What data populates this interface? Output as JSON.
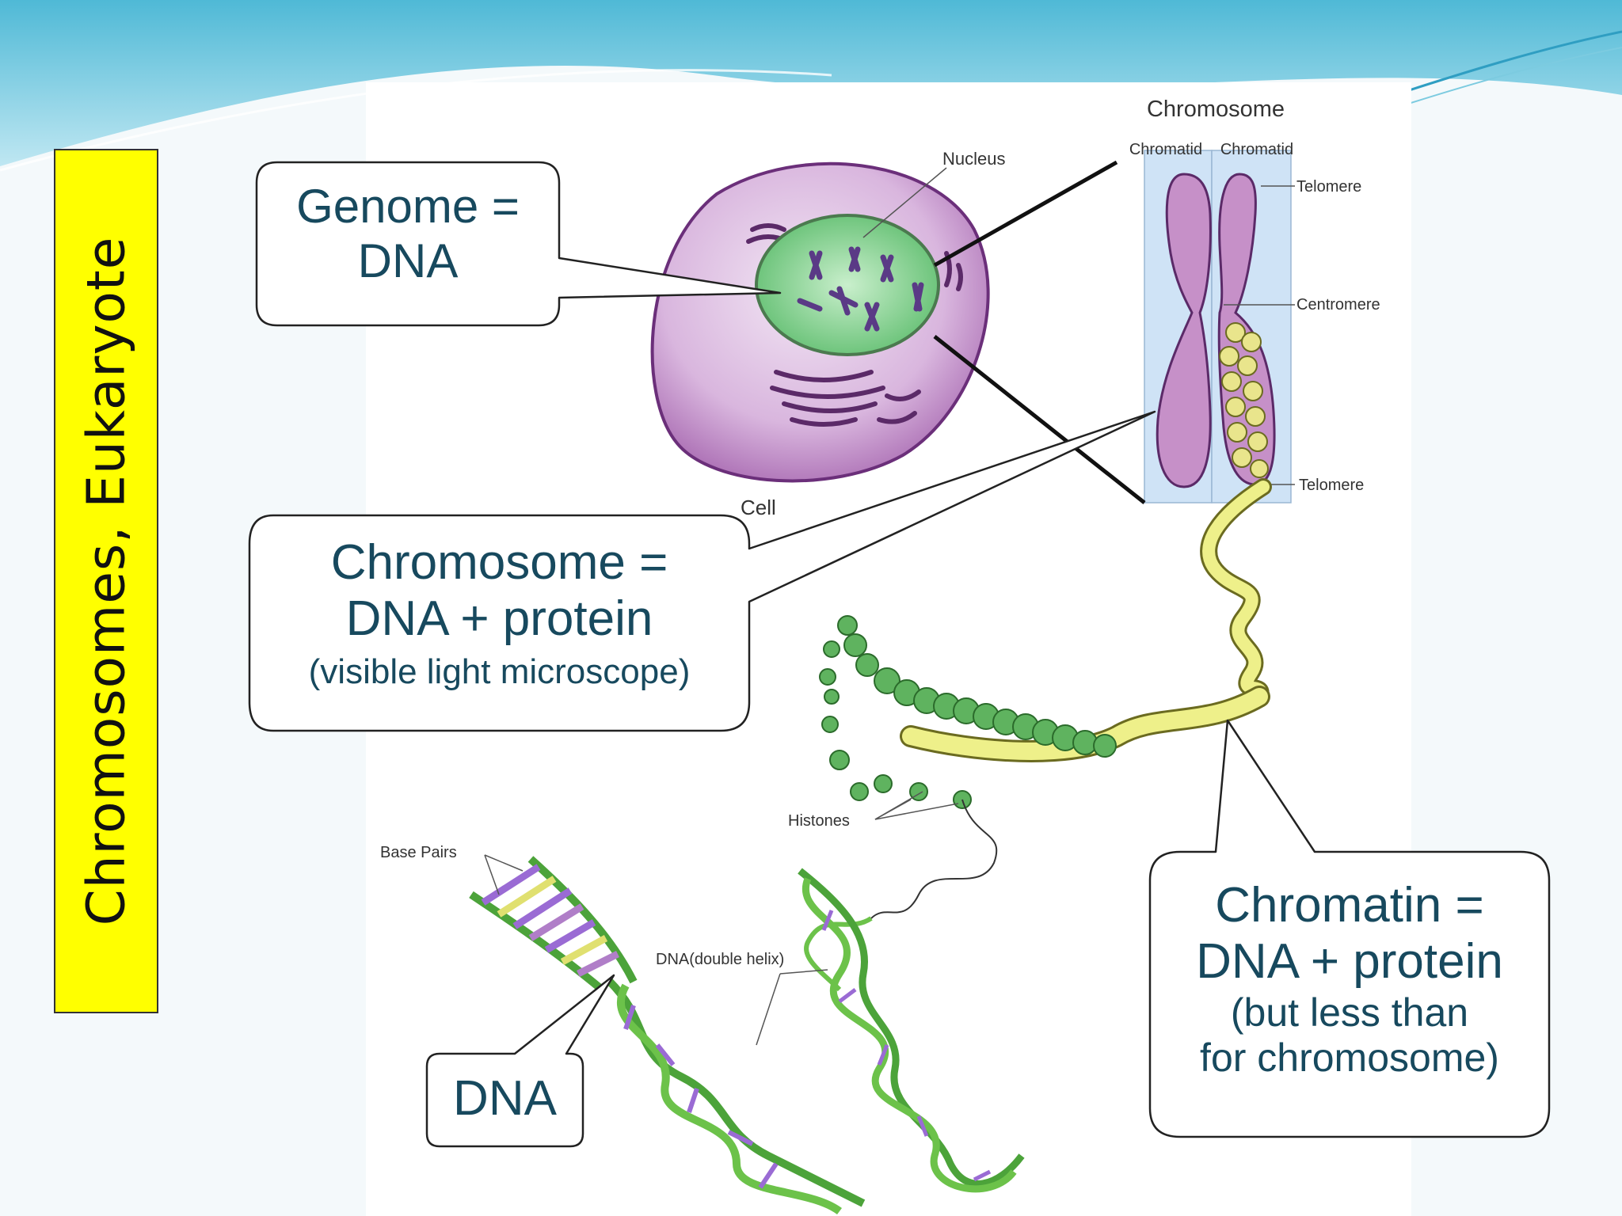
{
  "slide_title": "Chromosomes, Eukaryote",
  "diagram_labels": {
    "chromosome": "Chromosome",
    "chromatid_left": "Chromatid",
    "chromatid_right": "Chromatid",
    "telomere_top": "Telomere",
    "centromere": "Centromere",
    "telomere_bottom": "Telomere",
    "nucleus": "Nucleus",
    "cell": "Cell",
    "histones": "Histones",
    "base_pairs": "Base Pairs",
    "dna_double_helix": "DNA(double helix)"
  },
  "callouts": {
    "genome": {
      "line1": "Genome =",
      "line2": "DNA"
    },
    "chromosome": {
      "line1": "Chromosome =",
      "line2": "DNA + protein",
      "line3": "(visible light microscope)"
    },
    "chromatin": {
      "line1": "Chromatin =",
      "line2": "DNA + protein",
      "line3": "(but less than",
      "line4": "for chromosome)"
    },
    "dna": {
      "line1": "DNA"
    }
  },
  "colors": {
    "title_bg": "#ffff00",
    "callout_text": "#17495e",
    "cell_purple": "#c89ad0",
    "nucleus_green": "#8fd49a",
    "chromatin_yellow": "#eef08a",
    "helix_green": "#6cc24a"
  }
}
